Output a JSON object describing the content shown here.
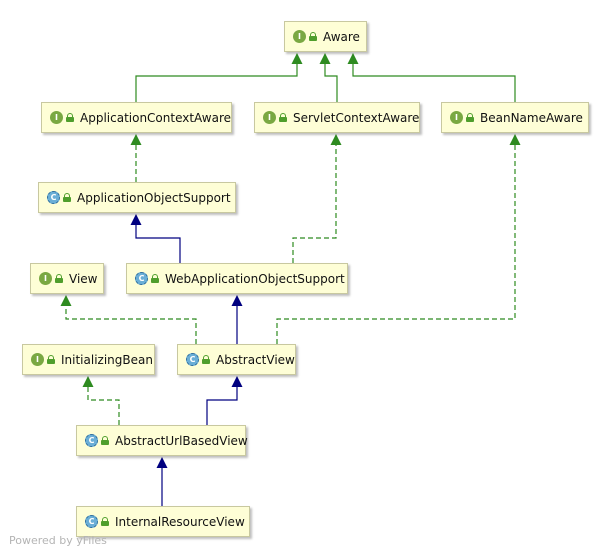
{
  "nodes": [
    {
      "id": "aware",
      "label": "Aware",
      "kind": "interface",
      "badge": "I"
    },
    {
      "id": "app-ctx-aware",
      "label": "ApplicationContextAware",
      "kind": "interface",
      "badge": "I"
    },
    {
      "id": "servlet-ctx-aware",
      "label": "ServletContextAware",
      "kind": "interface",
      "badge": "I"
    },
    {
      "id": "bean-name-aware",
      "label": "BeanNameAware",
      "kind": "interface",
      "badge": "I"
    },
    {
      "id": "app-obj-support",
      "label": "ApplicationObjectSupport",
      "kind": "abstract-class",
      "badge": "C"
    },
    {
      "id": "view",
      "label": "View",
      "kind": "interface",
      "badge": "I"
    },
    {
      "id": "web-app-obj-support",
      "label": "WebApplicationObjectSupport",
      "kind": "abstract-class",
      "badge": "C"
    },
    {
      "id": "initializing-bean",
      "label": "InitializingBean",
      "kind": "interface",
      "badge": "I"
    },
    {
      "id": "abstract-view",
      "label": "AbstractView",
      "kind": "abstract-class",
      "badge": "C"
    },
    {
      "id": "abstract-url-view",
      "label": "AbstractUrlBasedView",
      "kind": "abstract-class",
      "badge": "C"
    },
    {
      "id": "internal-resource-view",
      "label": "InternalResourceView",
      "kind": "class",
      "badge": "C"
    }
  ],
  "edges": [
    {
      "from": "app-ctx-aware",
      "to": "aware",
      "type": "extends-interface"
    },
    {
      "from": "servlet-ctx-aware",
      "to": "aware",
      "type": "extends-interface"
    },
    {
      "from": "bean-name-aware",
      "to": "aware",
      "type": "extends-interface"
    },
    {
      "from": "app-obj-support",
      "to": "app-ctx-aware",
      "type": "implements"
    },
    {
      "from": "web-app-obj-support",
      "to": "app-obj-support",
      "type": "extends"
    },
    {
      "from": "web-app-obj-support",
      "to": "servlet-ctx-aware",
      "type": "implements"
    },
    {
      "from": "abstract-view",
      "to": "view",
      "type": "implements"
    },
    {
      "from": "abstract-view",
      "to": "web-app-obj-support",
      "type": "extends"
    },
    {
      "from": "abstract-view",
      "to": "bean-name-aware",
      "type": "implements"
    },
    {
      "from": "abstract-url-view",
      "to": "initializing-bean",
      "type": "implements"
    },
    {
      "from": "abstract-url-view",
      "to": "abstract-view",
      "type": "extends"
    },
    {
      "from": "internal-resource-view",
      "to": "abstract-url-view",
      "type": "extends"
    }
  ],
  "colors": {
    "extends": "#000080",
    "implements": "#2e8b20",
    "extends-interface": "#2e8b20",
    "node_fill": "#fefed6"
  },
  "watermark": "Powered by yFiles"
}
